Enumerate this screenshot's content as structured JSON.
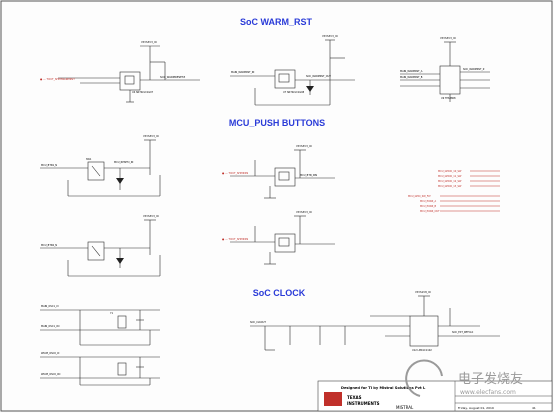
{
  "sections": {
    "warm_rst": "SoC WARM_RST",
    "push_buttons": "MCU_PUSH BUTTONS",
    "clock": "SoC CLOCK"
  },
  "title_block": {
    "designed_for": "Designed for TI by Mistral Solutions Pvt L",
    "company_line1": "TEXAS",
    "company_line2": "INSTRUMENTS",
    "mistral": "MISTRAL",
    "watermark": "电子发烧友",
    "watermark_url": "www.elecfans.com",
    "date_row": "Friday, August 01, 2019",
    "sheet_of": "41"
  },
  "colors": {
    "wire": "#2b2b2b",
    "net": "#c0302a",
    "heading": "#2a3bd8",
    "component": "#1f1f1f"
  }
}
